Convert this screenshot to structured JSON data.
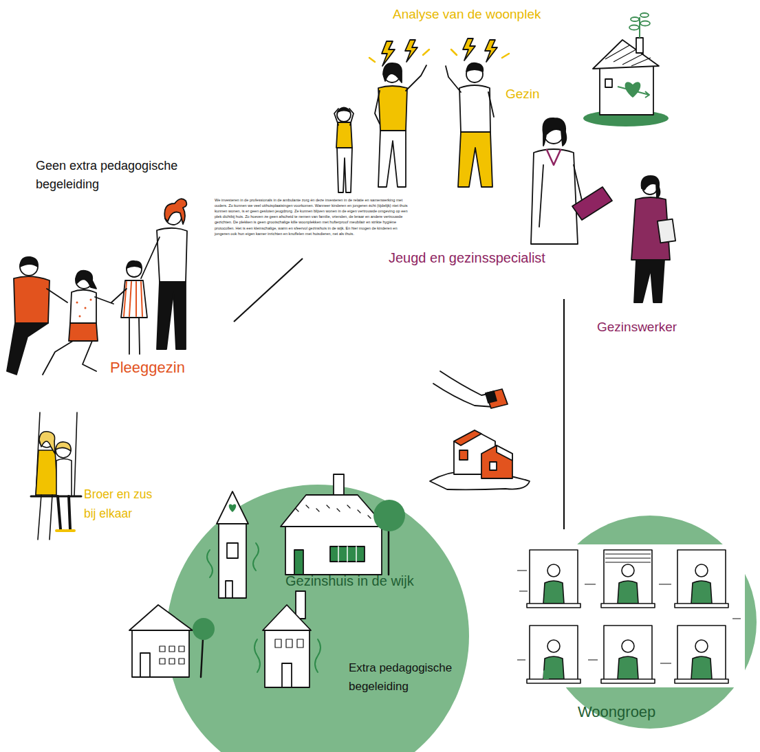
{
  "diagram": {
    "nodes": [
      {
        "text": [
          "Gezinshuis in de wijk",
          "Extra pedagogische begeleiding"
        ]
      },
      {
        "text": [
          "Woongroep"
        ]
      }
    ],
    "labels": [
      "Analyse van de woonplek",
      "Gezin",
      "Geen extra pedagogische begeleiding",
      "We investeren in de professionals in de ambulante zorg én deze investeren in de relatie en samenwerking met ouders. Zo kunnen we veel uithuisplaatsingen voorkomen. Wanneer kinderen en jongeren écht (tijdelijk) niet thuis kunnen wonen, is er geen gesloten jeugdzorg. Ze kunnen blijven wonen in de eigen vertrouwde omgeving op een plek dichtbij huis. Zo hoeven ze geen afscheid te nemen van familie, vrienden, de leraar en andere vertrouwde gezichten. De plekken is geen grootschalige kille woonplekken met hufterproof meubilair en strikte hygiëne protocollen. Het is een kleinschalige, warm en sfeervol gezinshuis in de wijk. En hier mogen de kinderen en jongeren ook hun eigen kamer inrichten en knuffelen met huisdieren, net als thuis.",
      "Jeugd en gezinsspecialist",
      "Gezinswerker",
      "Pleeggezin",
      "Broer en zus bij elkaar"
    ]
  }
}
